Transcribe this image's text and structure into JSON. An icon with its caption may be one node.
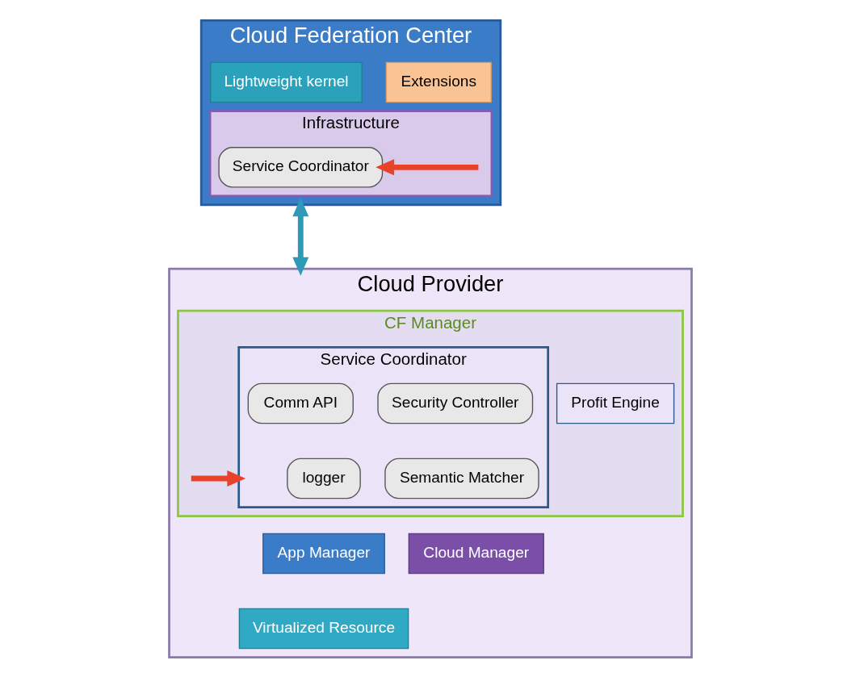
{
  "diagram": {
    "nodes": [
      {
        "text": [
          "Cloud Federation Center"
        ]
      },
      {
        "text": [
          "Lightweight kernel"
        ],
        "in": 0
      },
      {
        "text": [
          "Extensions"
        ],
        "in": 0
      },
      {
        "text": [
          "Infrastructure"
        ],
        "in": 0
      },
      {
        "text": [
          "Service Coordinator"
        ],
        "in": 3
      },
      {
        "text": [
          "Cloud Provider"
        ]
      },
      {
        "text": [
          "CF Manager"
        ],
        "in": 5
      },
      {
        "text": [
          "Service Coordinator"
        ],
        "in": 6
      },
      {
        "text": [
          "Comm API"
        ],
        "in": 7
      },
      {
        "text": [
          "Security Controller"
        ],
        "in": 7
      },
      {
        "text": [
          "logger"
        ],
        "in": 7
      },
      {
        "text": [
          "Semantic Matcher"
        ],
        "in": 7
      },
      {
        "text": [
          "Profit Engine"
        ],
        "in": 6
      },
      {
        "text": [
          "App Manager"
        ],
        "in": 5
      },
      {
        "text": [
          "Cloud Manager"
        ],
        "in": 5
      },
      {
        "text": [
          "Virtualized Resource"
        ],
        "in": 5
      }
    ],
    "edges": [
      {
        "from": 0,
        "to": 5,
        "arrow": "both",
        "color": "#2e9ab8"
      },
      {
        "from": null,
        "to": 4,
        "arrow": "to",
        "color": "#e8432a"
      },
      {
        "from": null,
        "to": 7,
        "arrow": "to",
        "color": "#e8432a"
      }
    ]
  }
}
